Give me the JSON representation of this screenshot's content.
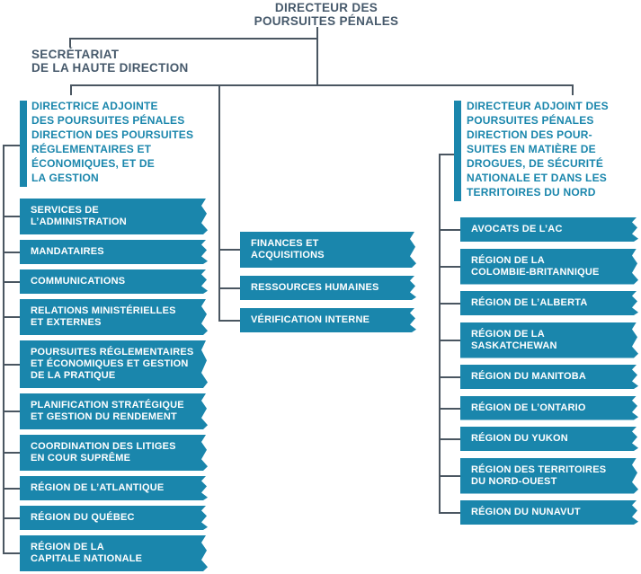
{
  "palette": {
    "teal": "#1A86AC",
    "dark_text": "#46596B",
    "line": "#4A5661",
    "box_text": "#FFFFFF"
  },
  "title": "DIRECTEUR DES\nPOURSUITES PÉNALES",
  "secretariat": "SECRÉTARIAT\nDE LA HAUTE DIRECTION",
  "left_branch": {
    "heading": "DIRECTRICE ADJOINTE\nDES POURSUITES PÉNALES\nDIRECTION DES POURSUITES\nRÉGLEMENTAIRES ET\nÉCONOMIQUES, ET DE\nLA GESTION",
    "boxes": [
      "SERVICES DE\nL’ADMINISTRATION",
      "MANDATAIRES",
      "COMMUNICATIONS",
      "RELATIONS MINISTÉRIELLES\nET EXTERNES",
      "POURSUITES RÉGLEMENTAIRES\nET ÉCONOMIQUES ET GESTION\nDE LA PRATIQUE",
      "PLANIFICATION STRATÉGIQUE\nET GESTION DU RENDEMENT",
      "COORDINATION DES LITIGES\nEN COUR SUPRÊME",
      "RÉGION DE L’ATLANTIQUE",
      "RÉGION DU QUÉBEC",
      "RÉGION DE LA\nCAPITALE NATIONALE"
    ]
  },
  "central_branch": {
    "boxes": [
      "FINANCES ET\nACQUISITIONS",
      "RESSOURCES HUMAINES",
      "VÉRIFICATION INTERNE"
    ]
  },
  "right_branch": {
    "heading": "DIRECTEUR ADJOINT DES\nPOURSUITES PÉNALES\nDIRECTION DES POUR-\nSUITES EN MATIÈRE DE\nDROGUES, DE SÉCURITÉ\nNATIONALE ET DANS LES\nTERRITOIRES DU NORD",
    "boxes": [
      "AVOCATS DE L’AC",
      "RÉGION DE LA\nCOLOMBIE-BRITANNIQUE",
      "RÉGION DE L’ALBERTA",
      "RÉGION DE LA\nSASKATCHEWAN",
      "RÉGION DU MANITOBA",
      "RÉGION DE L’ONTARIO",
      "RÉGION DU YUKON",
      "RÉGION DES TERRITOIRES\nDU NORD-OUEST",
      "RÉGION DU NUNAVUT"
    ]
  }
}
